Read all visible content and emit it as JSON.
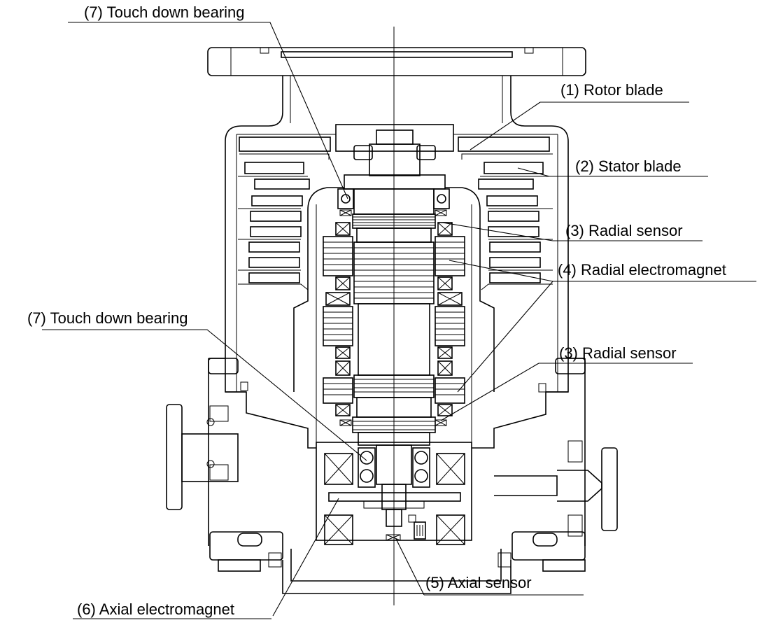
{
  "labels": [
    {
      "id": "touch-down-bearing-top",
      "text": "(7) Touch down bearing"
    },
    {
      "id": "rotor-blade",
      "text": "(1) Rotor blade"
    },
    {
      "id": "stator-blade",
      "text": "(2) Stator blade"
    },
    {
      "id": "radial-sensor-top",
      "text": "(3) Radial sensor"
    },
    {
      "id": "radial-electromagnet",
      "text": "(4) Radial electromagnet"
    },
    {
      "id": "touch-down-bearing-bottom",
      "text": "(7) Touch down bearing"
    },
    {
      "id": "radial-sensor-bottom",
      "text": "(3) Radial sensor"
    },
    {
      "id": "axial-sensor",
      "text": "(5) Axial sensor"
    },
    {
      "id": "axial-electromagnet",
      "text": "(6) Axial electromagnet"
    }
  ]
}
